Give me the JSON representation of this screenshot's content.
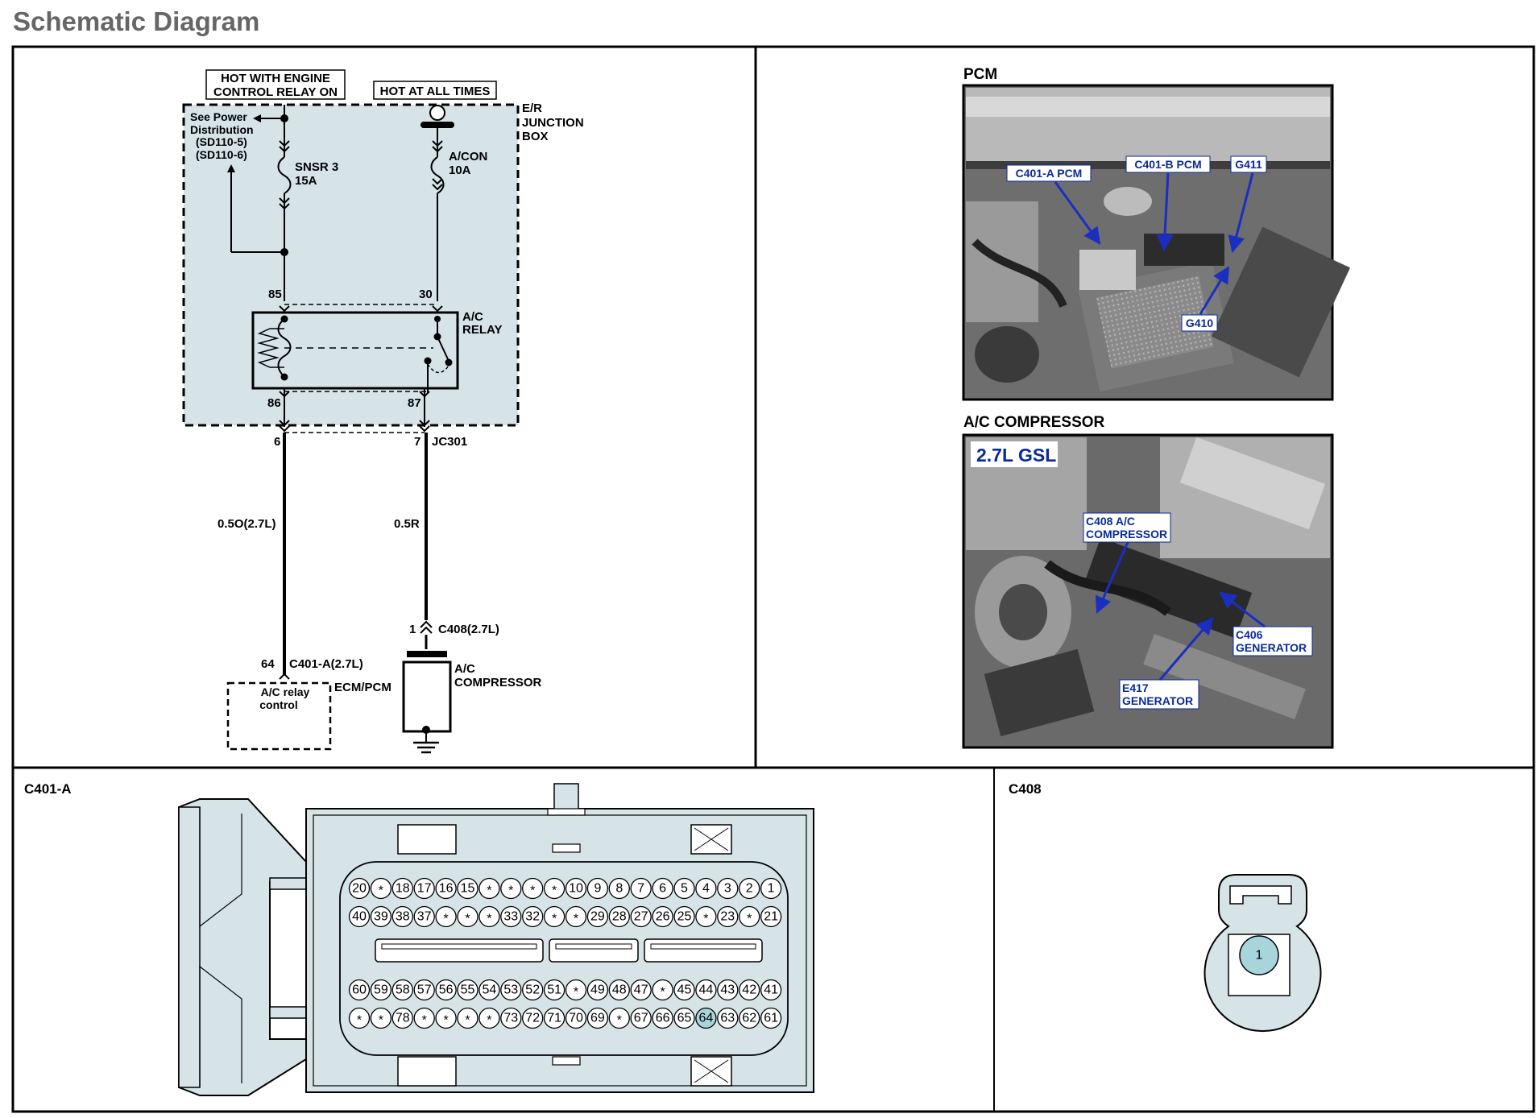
{
  "page": {
    "title": "Schematic Diagram"
  },
  "schematic": {
    "hot_engine_line1": "HOT WITH ENGINE",
    "hot_engine_line2": "CONTROL RELAY ON",
    "hot_all_times": "HOT AT ALL TIMES",
    "junction_line1": "E/R",
    "junction_line2": "JUNCTION",
    "junction_line3": "BOX",
    "see_power_line1": "See Power",
    "see_power_line2": "Distribution",
    "see_power_line3": "(SD110-5)",
    "see_power_line4": "(SD110-6)",
    "fuse1_name": "SNSR 3",
    "fuse1_amp": "15A",
    "fuse2_name": "A/CON",
    "fuse2_amp": "10A",
    "pin85": "85",
    "pin30": "30",
    "pin86": "86",
    "pin87": "87",
    "relay_line1": "A/C",
    "relay_line2": "RELAY",
    "term6": "6",
    "term7": "7",
    "jc": "JC301",
    "wire1": "0.5O(2.7L)",
    "wire2": "0.5R",
    "conn_pin1": "1",
    "c408_label": "C408(2.7L)",
    "comp_line1": "A/C",
    "comp_line2": "COMPRESSOR",
    "pin64": "64",
    "c401_label": "C401-A(2.7L)",
    "ecm_label": "ECM/PCM",
    "ecm_text_line1": "A/C relay",
    "ecm_text_line2": "control"
  },
  "photos": {
    "pcm_title": "PCM",
    "pcm_labels": {
      "c401a": "C401-A PCM",
      "c401b": "C401-B PCM",
      "g411": "G411",
      "g410": "G410"
    },
    "ac_title": "A/C COMPRESSOR",
    "ac_tag": "2.7L GSL",
    "ac_labels": {
      "c408_l1": "C408 A/C",
      "c408_l2": "COMPRESSOR",
      "c406_l1": "C406",
      "c406_l2": "GENERATOR",
      "e417_l1": "E417",
      "e417_l2": "GENERATOR"
    }
  },
  "connectors": {
    "c401a_title": "C401-A",
    "c408_title": "C408",
    "c408_pin": "1",
    "c401a_rows": [
      [
        "20",
        "*",
        "18",
        "17",
        "16",
        "15",
        "*",
        "*",
        "*",
        "*",
        "10",
        "9",
        "8",
        "7",
        "6",
        "5",
        "4",
        "3",
        "2",
        "1"
      ],
      [
        "40",
        "39",
        "38",
        "37",
        "*",
        "*",
        "*",
        "33",
        "32",
        "*",
        "*",
        "29",
        "28",
        "27",
        "26",
        "25",
        "*",
        "23",
        "*",
        "21"
      ],
      [
        "60",
        "59",
        "58",
        "57",
        "56",
        "55",
        "54",
        "53",
        "52",
        "51",
        "*",
        "49",
        "48",
        "47",
        "*",
        "45",
        "44",
        "43",
        "42",
        "41"
      ],
      [
        "*",
        "*",
        "78",
        "*",
        "*",
        "*",
        "*",
        "73",
        "72",
        "71",
        "70",
        "69",
        "*",
        "67",
        "66",
        "65",
        "64",
        "63",
        "62",
        "61"
      ]
    ],
    "highlight_pin": "64"
  }
}
